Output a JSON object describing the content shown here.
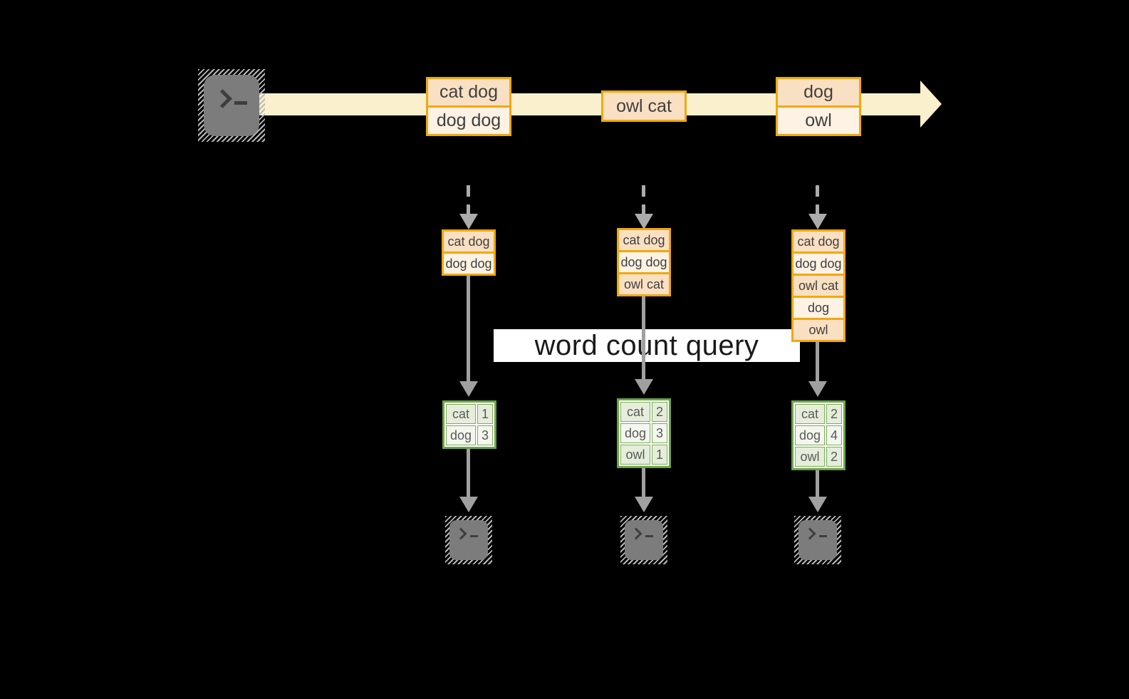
{
  "diagram": {
    "query_label": "word count query"
  },
  "stream": {
    "source_icon": "terminal-icon",
    "batches": [
      {
        "rows": [
          "cat dog",
          "dog dog"
        ]
      },
      {
        "rows": [
          "owl cat"
        ]
      },
      {
        "rows": [
          "dog",
          "owl"
        ]
      }
    ]
  },
  "micro_batches": [
    {
      "rows": [
        "cat dog",
        "dog dog"
      ]
    },
    {
      "rows": [
        "cat dog",
        "dog dog",
        "owl cat"
      ]
    },
    {
      "rows": [
        "cat dog",
        "dog dog",
        "owl cat",
        "dog",
        "owl"
      ]
    }
  ],
  "result_tables": [
    {
      "rows": [
        {
          "word": "cat",
          "count": "1"
        },
        {
          "word": "dog",
          "count": "3"
        }
      ]
    },
    {
      "rows": [
        {
          "word": "cat",
          "count": "2"
        },
        {
          "word": "dog",
          "count": "3"
        },
        {
          "word": "owl",
          "count": "1"
        }
      ]
    },
    {
      "rows": [
        {
          "word": "cat",
          "count": "2"
        },
        {
          "word": "dog",
          "count": "4"
        },
        {
          "word": "owl",
          "count": "2"
        }
      ]
    }
  ],
  "sinks": {
    "icon": "terminal-icon",
    "count": 3
  },
  "colors": {
    "background": "#000000",
    "stream_band": "#FAF0CE",
    "box_border": "#F0A810",
    "box_fill_dark": "#FAE0C2",
    "box_fill_light": "#FDF2E3",
    "table_border": "#6BA547",
    "table_fill_dark": "#E6EEDB",
    "table_fill_light": "#F3F7EE",
    "arrow_gray": "#A0A0A0",
    "terminal_gray": "#7C7C7C"
  }
}
